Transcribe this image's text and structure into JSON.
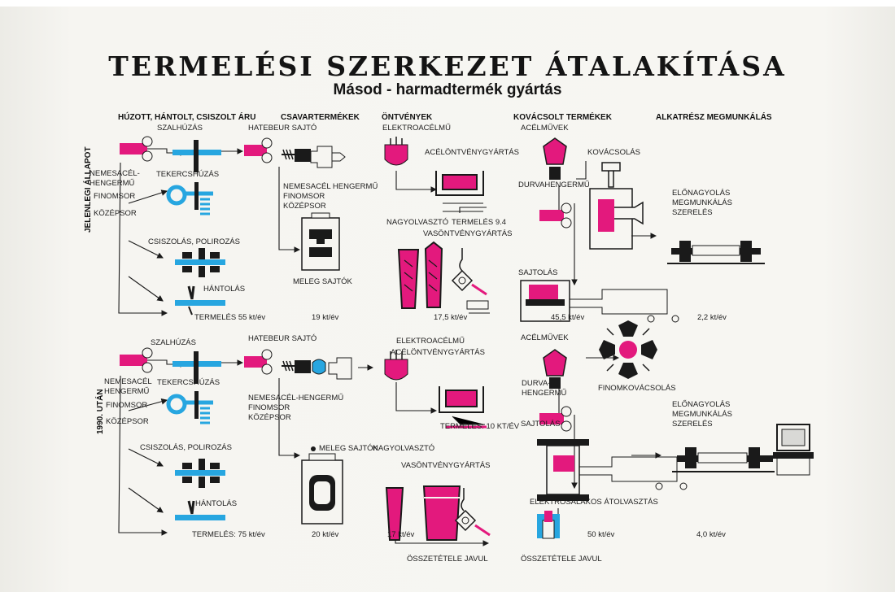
{
  "title": "TERMELÉSI SZERKEZET ÁTALAKÍTÁSA",
  "subtitle": "Másod - harmadtermék gyártás",
  "columns": {
    "c1": "HÚZOTT, HÁNTOLT, CSISZOLT ÁRU",
    "c2": "CSAVARTERMÉKEK",
    "c3": "ÖNTVÉNYEK",
    "c4": "KOVÁCSOLT TERMÉKEK",
    "c5": "ALKATRÉSZ MEGMUNKÁLÁS"
  },
  "top": {
    "row_label": "JELENLEGI ÁLLAPOT",
    "szalhuzas": "SZALHÚZÁS",
    "nemesacel_hengermu": "NEMESACÉL-\nHENGERMŰ",
    "tekercshuzas": "TEKERCSHÚZÁS",
    "finomsor": "FINOMSOR",
    "kozepsor": "KÖZÉPSOR",
    "csiszolas": "CSISZOLÁS, POLIROZÁS",
    "hantolas": "HÁNTOLÁS",
    "termeles1": "TERMELÉS  55 kt/év",
    "hatebeur": "HATEBEUR SAJTÓ",
    "nemesacel2": "NEMESACÉL HENGERMŰ\nFINOMSOR\nKÖZÉPSOR",
    "meleg_sajtok": "MELEG SAJTÓK",
    "termeles2": "19 kt/év",
    "elektroacelmu": "ELEKTROACÉLMŰ",
    "acelontveny": "ACÉLÖNTVÉNYGYÁRTÁS",
    "termeles94": "TERMELÉS 9.4",
    "nagyolvaszto": "NAGYOLVASZTÓ",
    "vasontveny": "VASÖNTVÉNYGYÁRTÁS",
    "termeles3": "17,5 kt/év",
    "acelmuvek": "ACÉLMŰVEK",
    "kovacsolas": "KOVÁCSOLÁS",
    "durvahengermu": "DURVAHENGERMŰ",
    "sajtolas": "SAJTOLÁS",
    "termeles4": "45,5 kt/év",
    "elonagyolas": "ELŐNAGYOLÁS\nMEGMUNKÁLÁS\nSZERELÉS",
    "termeles5": "2,2 kt/év"
  },
  "bottom": {
    "row_label": "1990. UTÁN",
    "szalhuzas": "SZALHÚZÁS",
    "nemesacel_hengermu": "NEMESACÉL\nHENGERMŰ",
    "tekercshuzas": "TEKERCSHÚZÁS",
    "finomsor": "FINOMSOR",
    "kozepsor": "KÖZÉPSOR",
    "csiszolas": "CSISZOLÁS, POLIROZÁS",
    "hantolas": "HÁNTOLÁS",
    "termeles1": "TERMELÉS: 75 kt/év",
    "hatebeur": "HATEBEUR SAJTÓ",
    "nemesacel2": "NEMESACÉL-HENGERMŰ\nFINOMSOR\nKÖZÉPSOR",
    "meleg_sajtok": "MELEG SAJTÓK",
    "termeles2": "20 kt/év",
    "elektroacelmu": "ELEKTROACÉLMŰ",
    "acelontveny": "ACÉLÖNTVÉNYGYÁRTÁS",
    "termeles10": "TERMELÉS: 10 kt/év",
    "nagyolvaszto": "NAGYOLVASZTÓ",
    "vasontveny": "VASÖNTVÉNYGYÁRTÁS",
    "termeles3": "17 kt/év",
    "osszetetele1": "ÖSSZETÉTELE JAVUL",
    "acelmuvek": "ACÉLMŰVEK",
    "durvahengermu": "DURVA-\nHENGERMŰ",
    "finomkovacsolas": "FINOMKOVÁCSOLÁS",
    "sajtolas": "SAJTOLÁS",
    "elektrosalakos": "ELEKTROSALAKOS ÁTOLVASZTÁS",
    "termeles4": "50 kt/év",
    "osszetetele2": "ÖSSZETÉTELE JAVUL",
    "elonagyolas": "ELŐNAGYOLÁS\nMEGMUNKÁLÁS\nSZERELÉS",
    "termeles5": "4,0 kt/év"
  },
  "colors": {
    "magenta": "#e3197d",
    "cyan": "#27a6e0",
    "ink": "#1a1a1a",
    "paper": "#f6f5f1"
  }
}
